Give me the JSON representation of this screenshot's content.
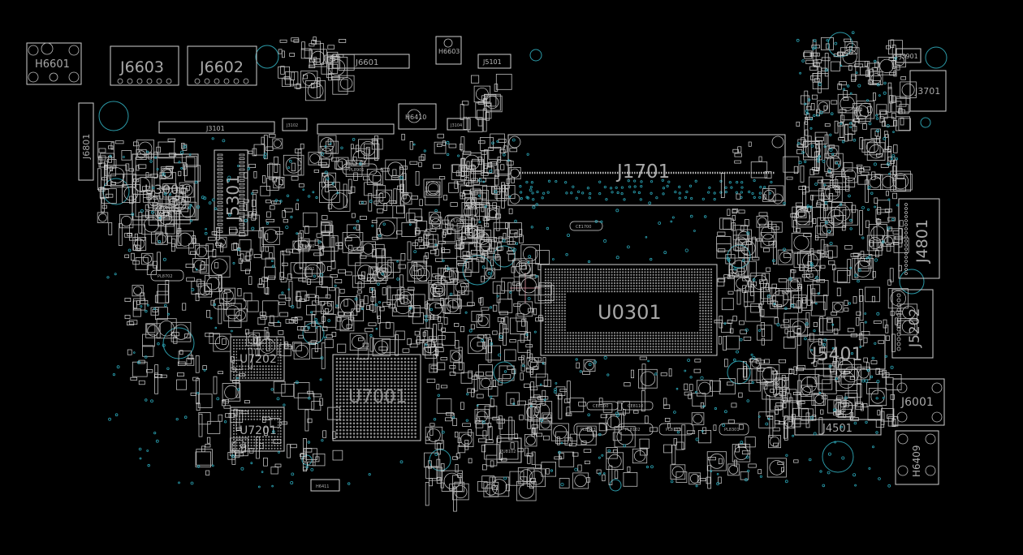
{
  "board": {
    "labels": {
      "H6601": "H6601",
      "J6603": "J6603",
      "J6602": "J6602",
      "J6601": "J6601",
      "H6603": "H6603",
      "J5101": "J5101",
      "J3901": "J3901",
      "J3701": "J3701",
      "J6801": "J6801",
      "U3001": "U3001",
      "J5301": "J5301",
      "J3101": "J3101",
      "J3102": "J3102",
      "H6410": "H6410",
      "J3104": "J3104",
      "J1701": "J1701",
      "J4801": "J4801",
      "U0301": "U0301",
      "J5202": "J5202",
      "J5401": "J5401",
      "U7202": "U7202",
      "U7001": "U7001",
      "U7201": "U7201",
      "J6001": "J6001",
      "J4501": "J4501",
      "H6409": "H6409",
      "H6411": "H6411"
    },
    "small_labels": [
      "PL8901",
      "PL8601",
      "PL8702",
      "PL8701",
      "PL9302",
      "CE8700",
      "CE1700",
      "PL8103",
      "PL8102",
      "PL8101",
      "PL8301",
      "CE8100",
      "CE8110",
      "PU8102"
    ],
    "colors": {
      "background": "#000000",
      "outline": "#cfcfcf",
      "via": "#2aa3b4",
      "marker": "#b87d88"
    }
  }
}
